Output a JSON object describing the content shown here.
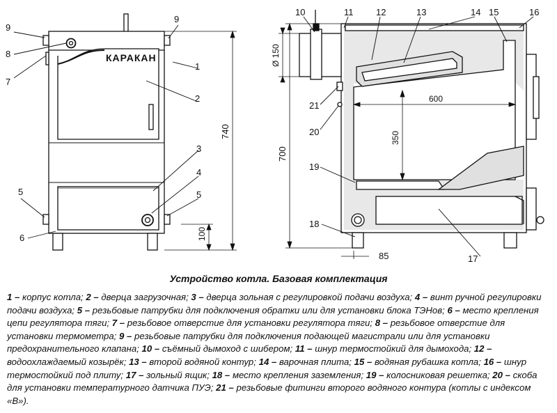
{
  "brand_text": "КАРАКАН",
  "callouts_front": [
    "9",
    "8",
    "7",
    "9",
    "1",
    "2",
    "3",
    "4",
    "5",
    "5",
    "6"
  ],
  "callouts_side": [
    "10",
    "11",
    "12",
    "13",
    "14",
    "15",
    "16",
    "21",
    "20",
    "19",
    "18",
    "17"
  ],
  "dimensions": {
    "front_height": "740",
    "foot_height": "100",
    "side_height": "700",
    "flue_diameter": "Ø 150",
    "inner_width": "600",
    "inner_height": "350",
    "offset": "85"
  },
  "caption": "Устройство котла. Базовая комплектация",
  "legend": [
    {
      "num": "1",
      "text": "корпус котла;"
    },
    {
      "num": "2",
      "text": "дверца загрузочная;"
    },
    {
      "num": "3",
      "text": "дверца зольная с регулировкой подачи воздуха;"
    },
    {
      "num": "4",
      "text": "винт ручной регулировки подачи воздуха;"
    },
    {
      "num": "5",
      "text": "резьбовые патрубки для подключения обратки или для установки блока ТЭНов;"
    },
    {
      "num": "6",
      "text": "место крепления цепи регулятора тяги;"
    },
    {
      "num": "7",
      "text": "резьбовое отверстие для установки регулятора тяги;"
    },
    {
      "num": "8",
      "text": "резьбовое отверстие для установки термометра;"
    },
    {
      "num": "9",
      "text": "резьбовые патрубки для подключения подающей магистрали или для установки предохранительного клапана;"
    },
    {
      "num": "10",
      "text": "съёмный дымоход с шибером;"
    },
    {
      "num": "11",
      "text": "шнур термостойкий для дымохода;"
    },
    {
      "num": "12",
      "text": "водоохлаждаемый козырёк;"
    },
    {
      "num": "13",
      "text": "второй водяной контур;"
    },
    {
      "num": "14",
      "text": "варочная плита;"
    },
    {
      "num": "15",
      "text": "водяная рубашка котла;"
    },
    {
      "num": "16",
      "text": "шнур термостойкий под плиту;"
    },
    {
      "num": "17",
      "text": "зольный ящик;"
    },
    {
      "num": "18",
      "text": "место крепления заземления;"
    },
    {
      "num": "19",
      "text": "колосниковая решетка;"
    },
    {
      "num": "20",
      "text": "скоба для установки температурного датчика ПУЭ;"
    },
    {
      "num": "21",
      "text": "резьбовые фитинги второго водяного контура (котлы с индексом «В»)."
    }
  ]
}
